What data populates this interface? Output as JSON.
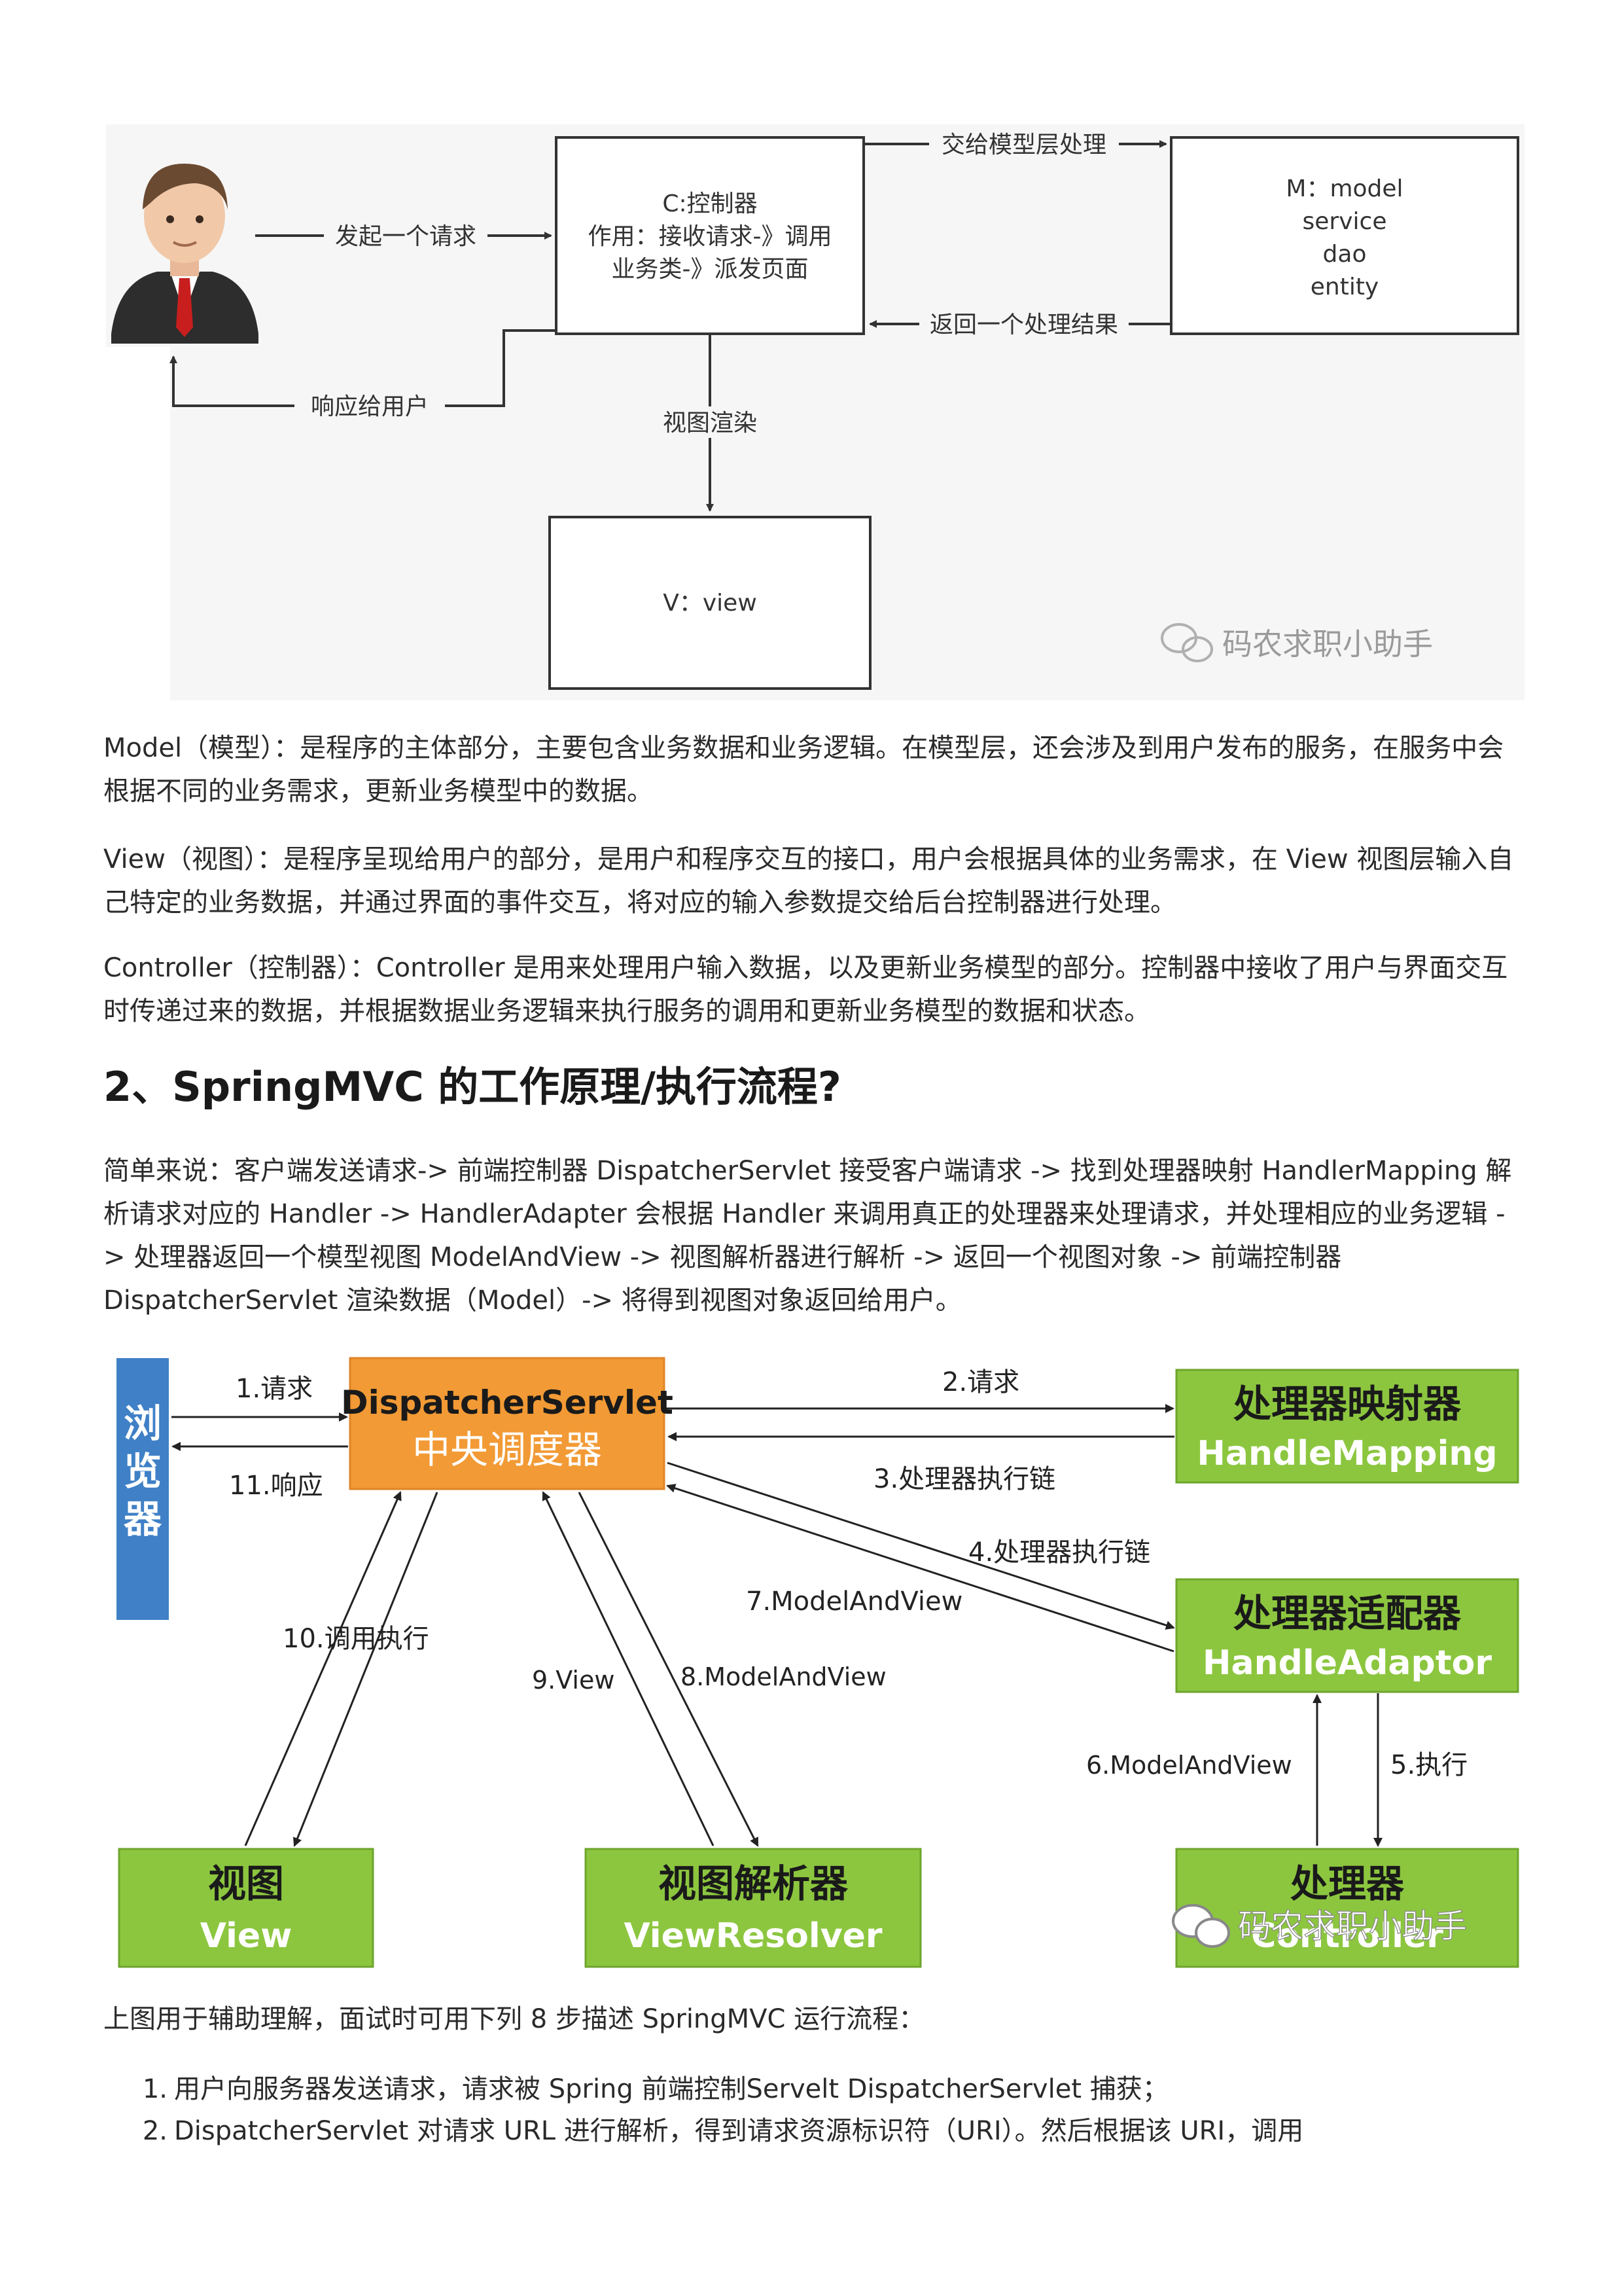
{
  "mvc_diagram": {
    "request_label": "发起一个请求",
    "response_label": "响应给用户",
    "controller": {
      "title": "C:控制器",
      "line2": "作用：接收请求-》调用",
      "line3": "业务类-》派发页面"
    },
    "to_model_label": "交给模型层处理",
    "return_label": "返回一个处理结果",
    "model": {
      "lines": [
        "M：model",
        "service",
        "dao",
        "entity"
      ]
    },
    "render_label": "视图渲染",
    "view": "V：view",
    "watermark": "码农求职小助手"
  },
  "paragraphs": {
    "model": "Model（模型）：是程序的主体部分，主要包含业务数据和业务逻辑。在模型层，还会涉及到用户发布的服务，在服务中会根据不同的业务需求，更新业务模型中的数据。",
    "view": "View（视图）：是程序呈现给用户的部分，是用户和程序交互的接口，用户会根据具体的业务需求，在 View 视图层输入自己特定的业务数据，并通过界面的事件交互，将对应的输入参数提交给后台控制器进行处理。",
    "controller": "Controller（控制器）：Controller 是用来处理用户输入数据，以及更新业务模型的部分。控制器中接收了用户与界面交互时传递过来的数据，并根据数据业务逻辑来执行服务的调用和更新业务模型的数据和状态。"
  },
  "heading": "2、SpringMVC 的工作原理/执行流程?",
  "summary": "简单来说：客户端发送请求-> 前端控制器 DispatcherServlet 接受客户端请求 -> 找到处理器映射 HandlerMapping 解析请求对应的 Handler -> HandlerAdapter 会根据 Handler 来调用真正的处理器来处理请求，并处理相应的业务逻辑 -> 处理器返回一个模型视图 ModelAndView -> 视图解析器进行解析 -> 返回一个视图对象 -> 前端控制器 DispatcherServlet 渲染数据（Model）-> 将得到视图对象返回给用户。",
  "flow_diagram": {
    "browser": [
      "浏",
      "览",
      "器"
    ],
    "dispatcher": {
      "title": "DispatcherServlet",
      "subtitle": "中央调度器"
    },
    "mapping": {
      "title": "处理器映射器",
      "subtitle": "HandleMapping"
    },
    "adaptor": {
      "title": "处理器适配器",
      "subtitle": "HandleAdaptor"
    },
    "view": {
      "title": "视图",
      "subtitle": "View"
    },
    "resolver": {
      "title": "视图解析器",
      "subtitle": "ViewResolver"
    },
    "handler": {
      "title": "处理器",
      "subtitle": "Controller"
    },
    "labels": {
      "l1": "1.请求",
      "l2": "2.请求",
      "l3": "3.处理器执行链",
      "l4": "4.处理器执行链",
      "l5": "5.执行",
      "l6": "6.ModelAndView",
      "l7": "7.ModelAndView",
      "l8": "8.ModelAndView",
      "l9": "9.View",
      "l10": "10.调用执行",
      "l11": "11.响应"
    },
    "watermark": "码农求职小助手",
    "colors": {
      "orange": "#f29a35",
      "green": "#8cc63f",
      "blue": "#3f80c6"
    }
  },
  "intro_steps": "上图用于辅助理解，面试时可用下列 8 步描述 SpringMVC 运行流程：",
  "steps": [
    {
      "num": "1.",
      "text": "用户向服务器发送请求，请求被 Spring 前端控制Servelt DispatcherServlet 捕获；"
    },
    {
      "num": "2.",
      "text": "DispatcherServlet 对请求 URL 进行解析，得到请求资源标识符（URI）。然后根据该 URI，调用"
    }
  ]
}
